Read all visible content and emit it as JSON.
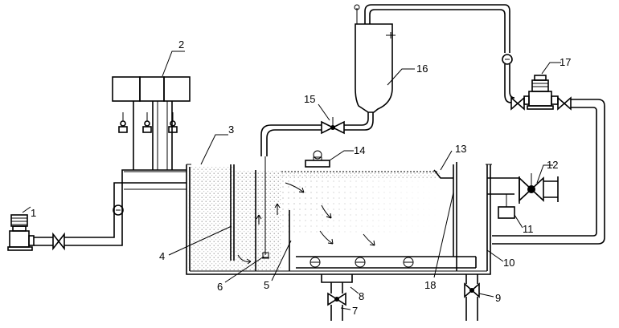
{
  "labels": {
    "l1": "1",
    "l2": "2",
    "l3": "3",
    "l4": "4",
    "l5": "5",
    "l6": "6",
    "l7": "7",
    "l8": "8",
    "l9": "9",
    "l10": "10",
    "l11": "11",
    "l12": "12",
    "l13": "13",
    "l14": "14",
    "l15": "15",
    "l16": "16",
    "l17": "17",
    "l18": "18"
  },
  "colors": {
    "line": "#000000",
    "stipple": "#9a9a9a",
    "background": "#ffffff"
  }
}
